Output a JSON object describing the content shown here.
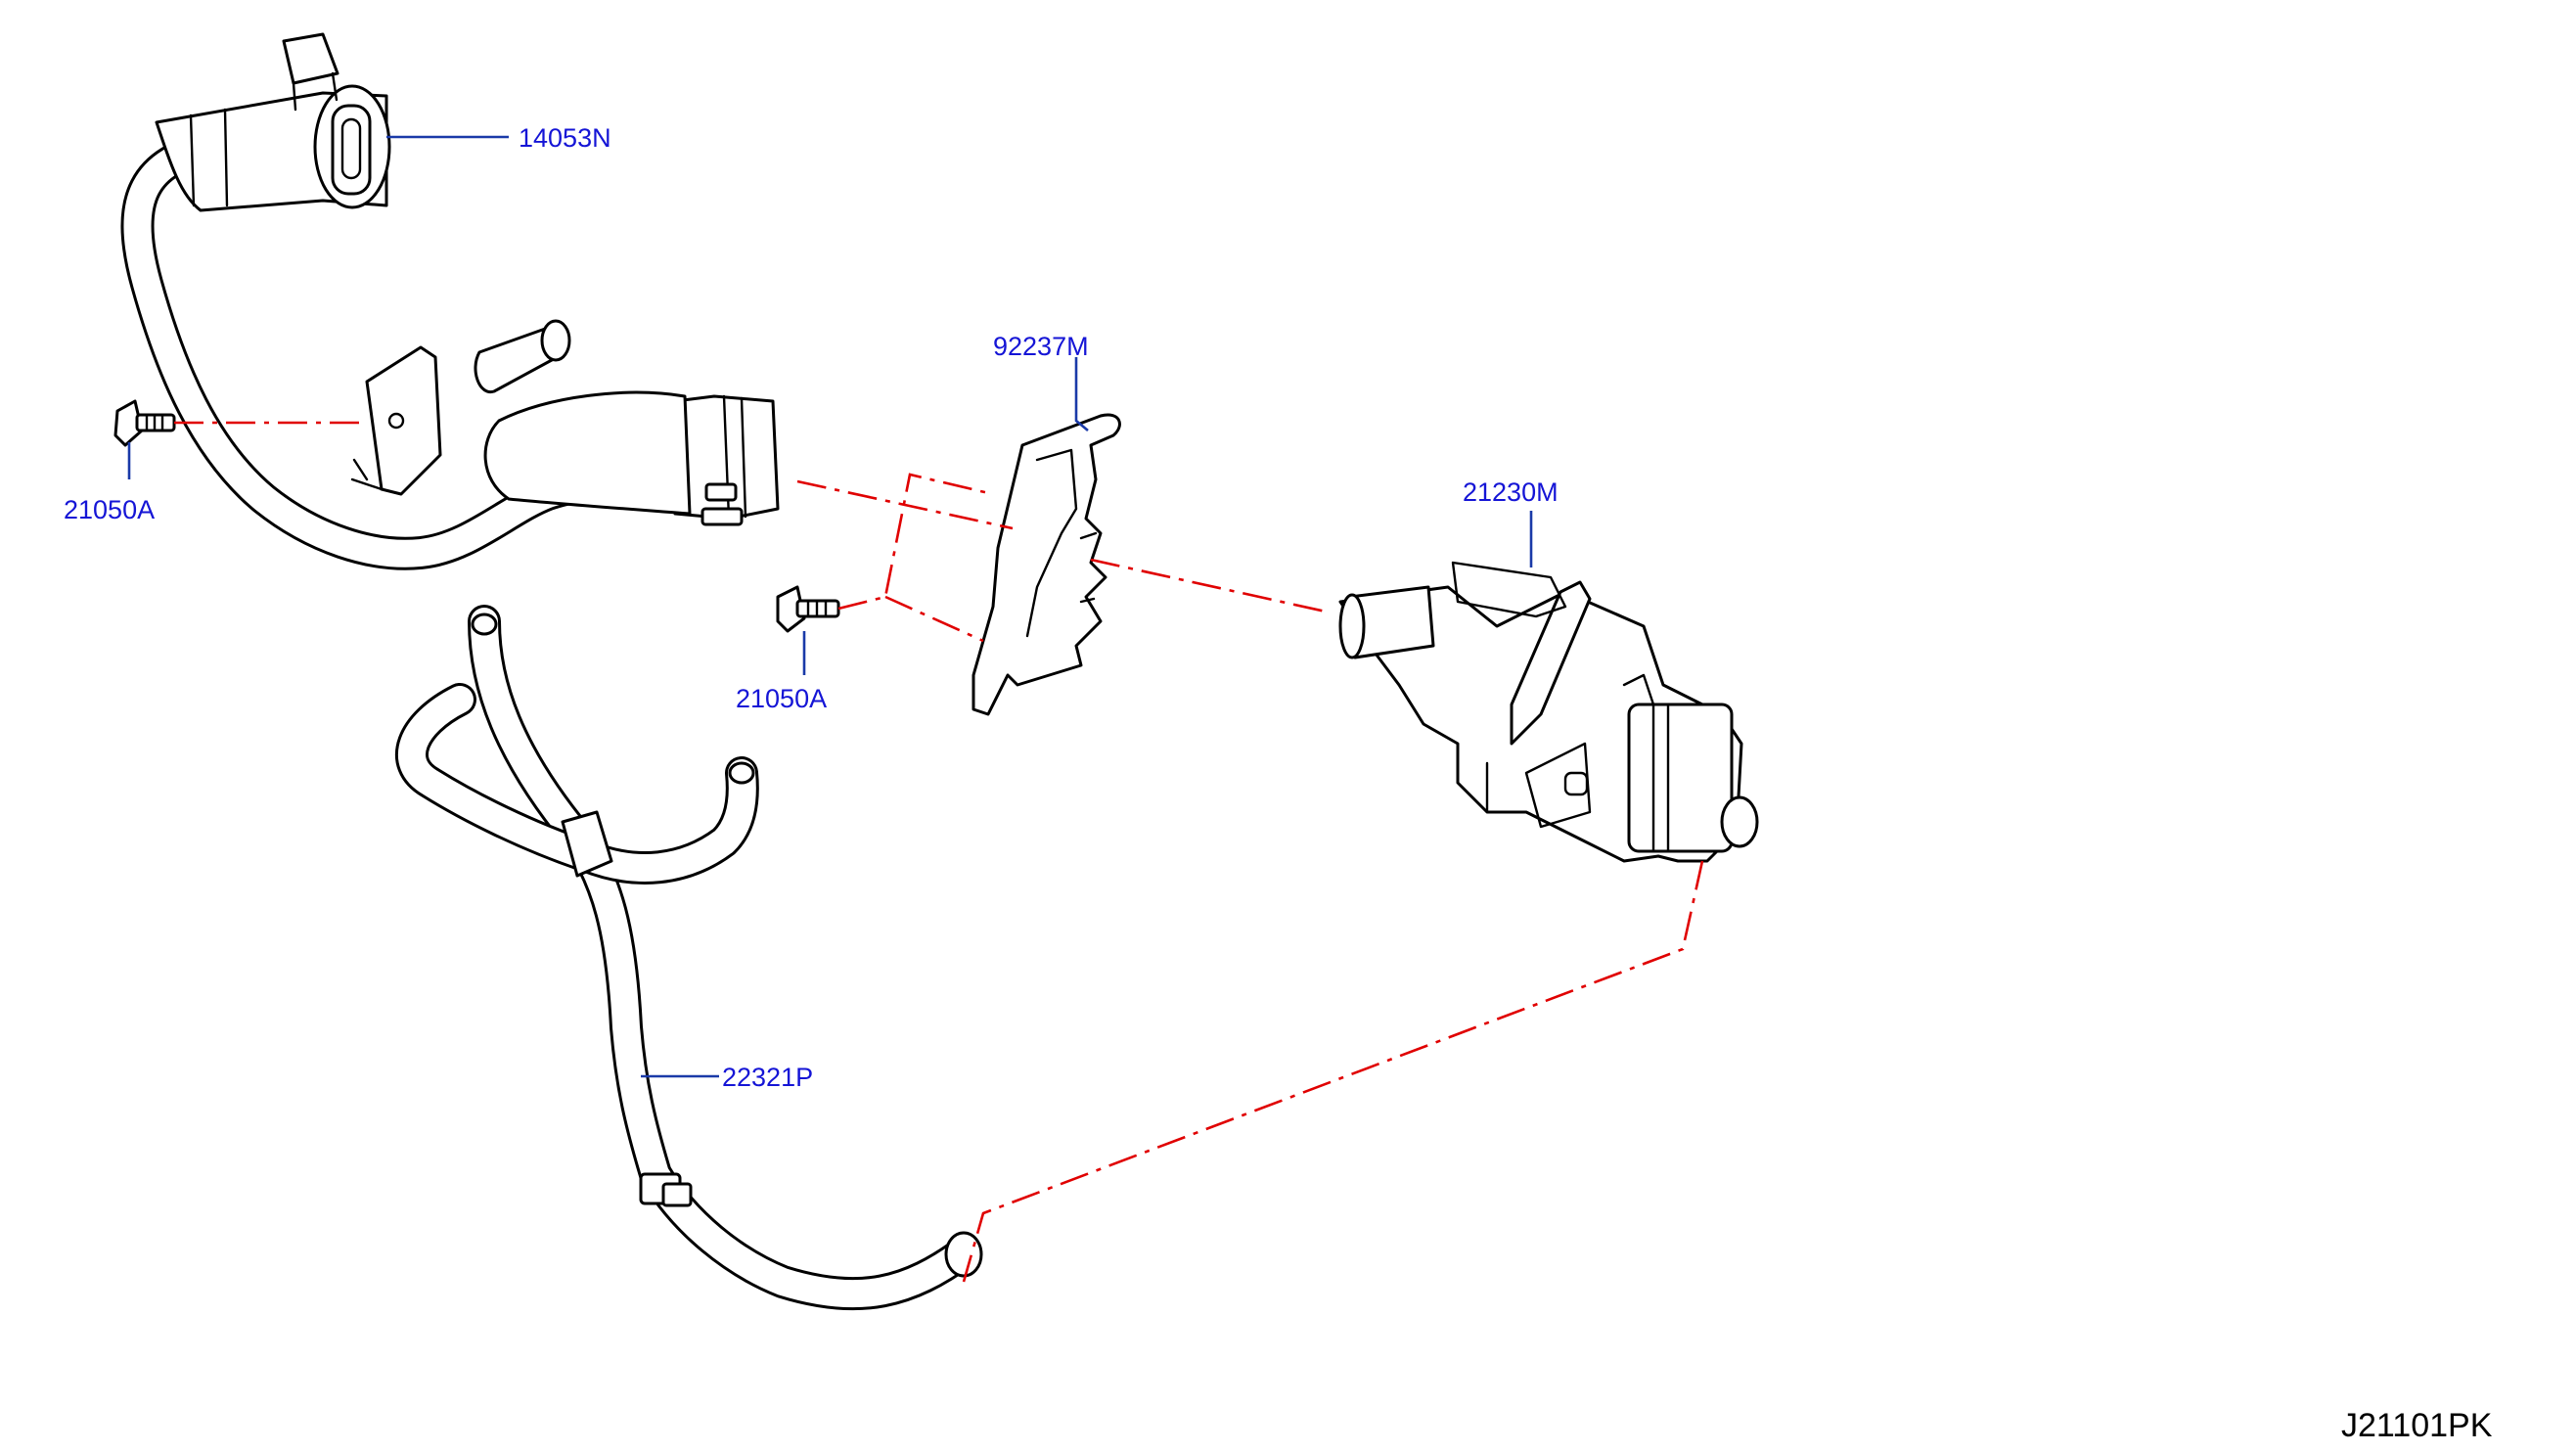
{
  "parts": [
    {
      "id": "p14053n",
      "number": "14053N"
    },
    {
      "id": "p92237m",
      "number": "92237M"
    },
    {
      "id": "p21230m",
      "number": "21230M"
    },
    {
      "id": "p21050a_1",
      "number": "21050A"
    },
    {
      "id": "p21050a_2",
      "number": "21050A"
    },
    {
      "id": "p22321p",
      "number": "22321P"
    }
  ],
  "diagram_code": "J21101PK",
  "colors": {
    "part_number_text": "#1515d6",
    "leader_line": "#1a3aa8",
    "reference_line": "#e00000",
    "outline": "#000000"
  }
}
